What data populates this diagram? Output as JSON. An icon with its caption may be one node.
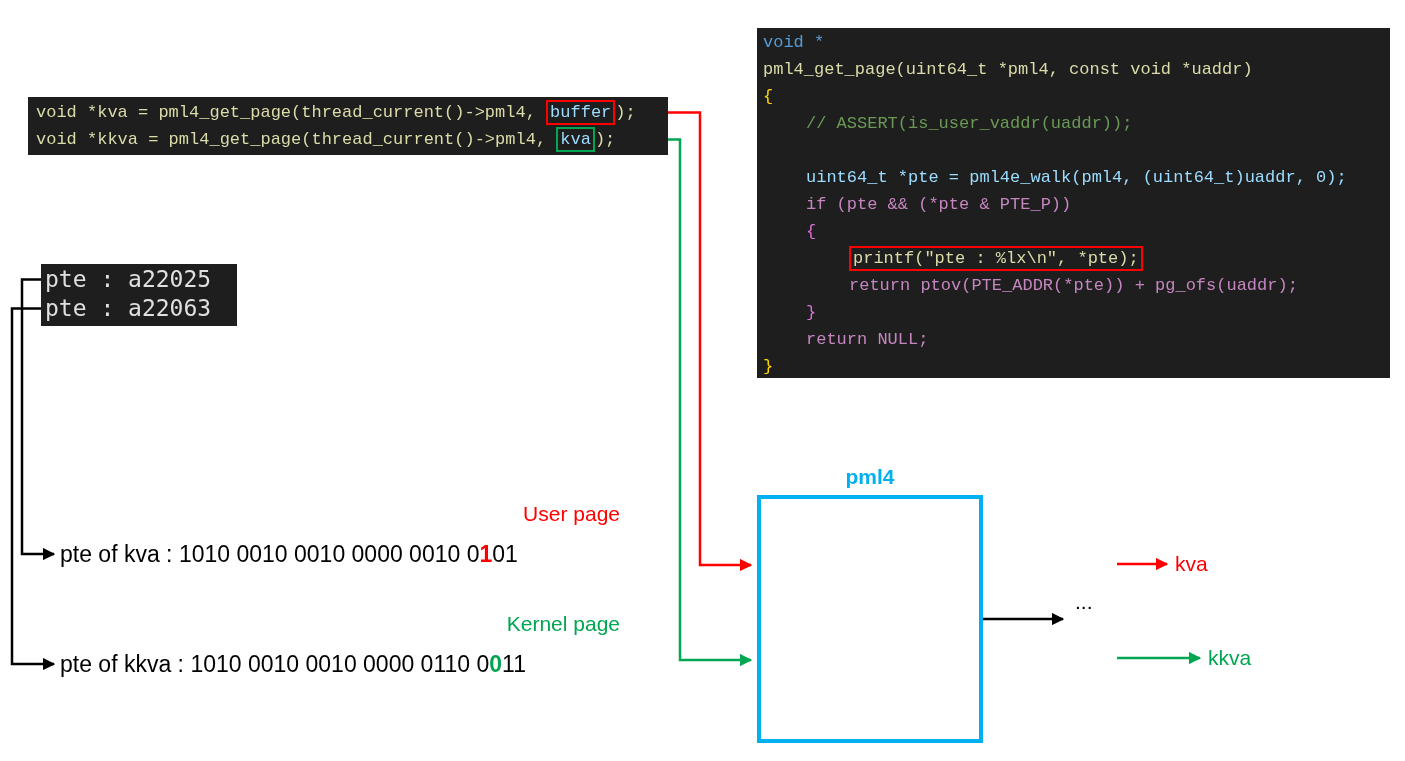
{
  "diagram": {
    "nodes": [
      {
        "text": [
          "void *kva = pml4_get_page(thread_current()->pml4,",
          ");",
          "void *kkva = pml4_get_page(thread_current()->pml4,",
          ");"
        ]
      },
      {
        "text": [
          "buffer"
        ],
        "in": 0
      },
      {
        "text": [
          "kva"
        ],
        "in": 0
      },
      {
        "text": [
          "void *",
          "pml4_get_page(uint64_t *pml4, const void *uaddr)",
          "{",
          "// ASSERT(is_user_vaddr(uaddr));",
          "uint64_t *pte = pml4e_walk(pml4, (uint64_t)uaddr, 0);",
          "if (pte && (*pte & PTE_P))",
          "{",
          "return ptov(PTE_ADDR(*pte)) + pg_ofs(uaddr);",
          "}",
          "return NULL;",
          "}"
        ]
      },
      {
        "text": [
          "printf(\"pte : %lx\\n\", *pte);"
        ],
        "in": 3
      },
      {
        "text": [
          "pte : a22025"
        ]
      },
      {
        "text": [
          "pte : a22063"
        ]
      },
      {
        "text": [
          "pte of kva : 1010 0010 0010 0000 0010 0**1**01"
        ],
        "beside": [
          "User page"
        ]
      },
      {
        "text": [
          "pte of kkva : 1010 0010 0010 0000 0110 0**0**11"
        ],
        "beside": [
          "Kernel page"
        ]
      },
      {
        "text": [
          "pml4"
        ]
      },
      {
        "text": [
          "..."
        ]
      },
      {
        "text": [
          "kva"
        ]
      },
      {
        "text": [
          "kkva"
        ]
      }
    ],
    "edges": [
      {
        "from": 1,
        "to": 9,
        "arrow": "to",
        "color": "#ff0000"
      },
      {
        "from": 2,
        "to": 9,
        "arrow": "to",
        "color": "#00a651"
      },
      {
        "from": 5,
        "to": 7,
        "arrow": "to"
      },
      {
        "from": 6,
        "to": 8,
        "arrow": "to"
      },
      {
        "from": 9,
        "to": 10,
        "arrow": "to"
      },
      {
        "from": null,
        "to": 11,
        "arrow": "to",
        "color": "#ff0000"
      },
      {
        "from": null,
        "to": 12,
        "arrow": "to",
        "color": "#00a651"
      }
    ]
  }
}
